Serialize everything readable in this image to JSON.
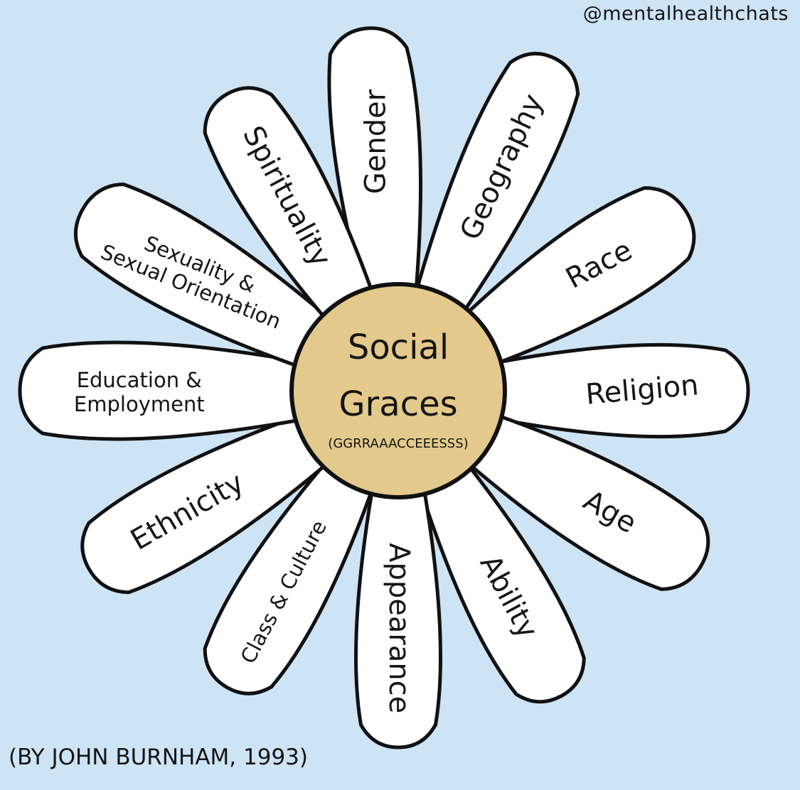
{
  "handle": "@mentalhealthchats",
  "center": {
    "line1": "Social",
    "line2": "Graces",
    "acronym": "(GGRRAAACCEEESSS)"
  },
  "petals": [
    {
      "id": "gender",
      "lines": [
        "Gender"
      ]
    },
    {
      "id": "geography",
      "lines": [
        "Geography"
      ]
    },
    {
      "id": "race",
      "lines": [
        "Race"
      ]
    },
    {
      "id": "religion",
      "lines": [
        "Religion"
      ]
    },
    {
      "id": "age",
      "lines": [
        "Age"
      ]
    },
    {
      "id": "ability",
      "lines": [
        "Ability"
      ]
    },
    {
      "id": "appearance",
      "lines": [
        "Appearance"
      ]
    },
    {
      "id": "class-culture",
      "lines": [
        "Class & Culture"
      ]
    },
    {
      "id": "ethnicity",
      "lines": [
        "Ethnicity"
      ]
    },
    {
      "id": "education-employment",
      "lines": [
        "Education &",
        "Employment"
      ]
    },
    {
      "id": "sexuality",
      "lines": [
        "Sexuality &",
        "Sexual Orientation"
      ]
    },
    {
      "id": "spirituality",
      "lines": [
        "Spirituality"
      ]
    }
  ],
  "credit": "(BY JOHN BURNHAM, 1993)",
  "colors": {
    "background": "#cde4f6",
    "petal": "#ffffff",
    "center": "#e3c98b",
    "outline": "#111111"
  }
}
